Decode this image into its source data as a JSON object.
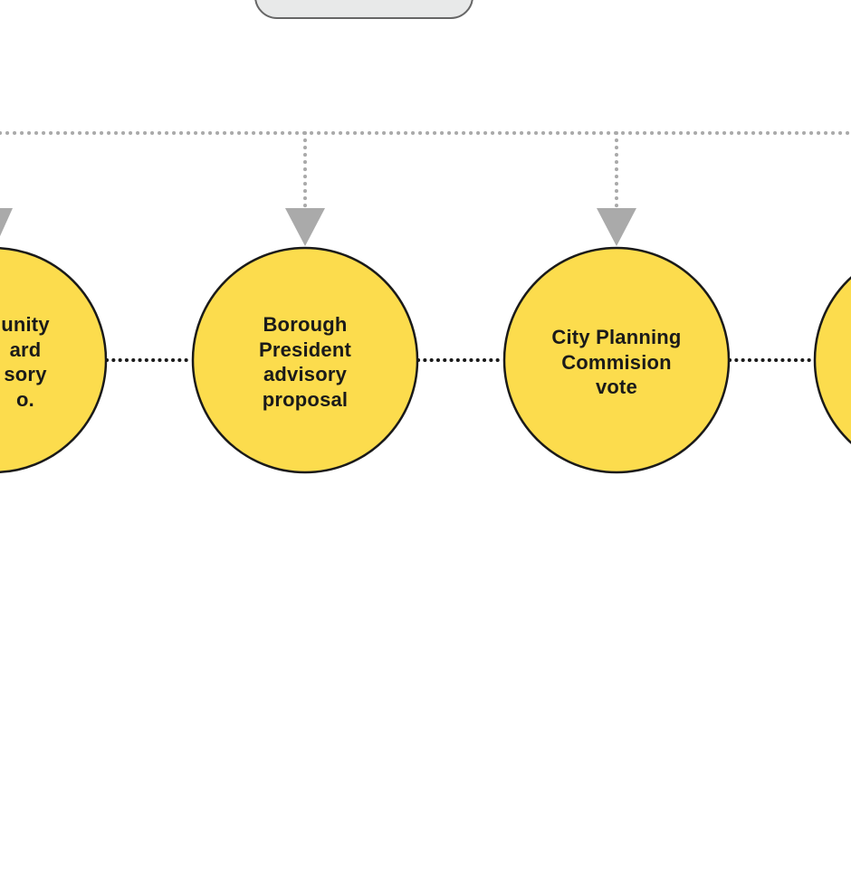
{
  "colors": {
    "background": "#ffffff",
    "node_fill": "#fcdc4d",
    "node_stroke": "#1a1a1a",
    "dotted_connector": "#aaaaaa",
    "arrowhead": "#aaaaaa",
    "timeline_dots": "#1a1a1a",
    "top_box_fill": "#e8e9e9",
    "top_box_stroke": "#666666"
  },
  "nodes": [
    {
      "label": "unity\nard\nsory\no."
    },
    {
      "label": "Borough\nPresident\nadvisory\nproposal"
    },
    {
      "label": "City Planning\nCommision\nvote"
    },
    {
      "label": ""
    }
  ]
}
